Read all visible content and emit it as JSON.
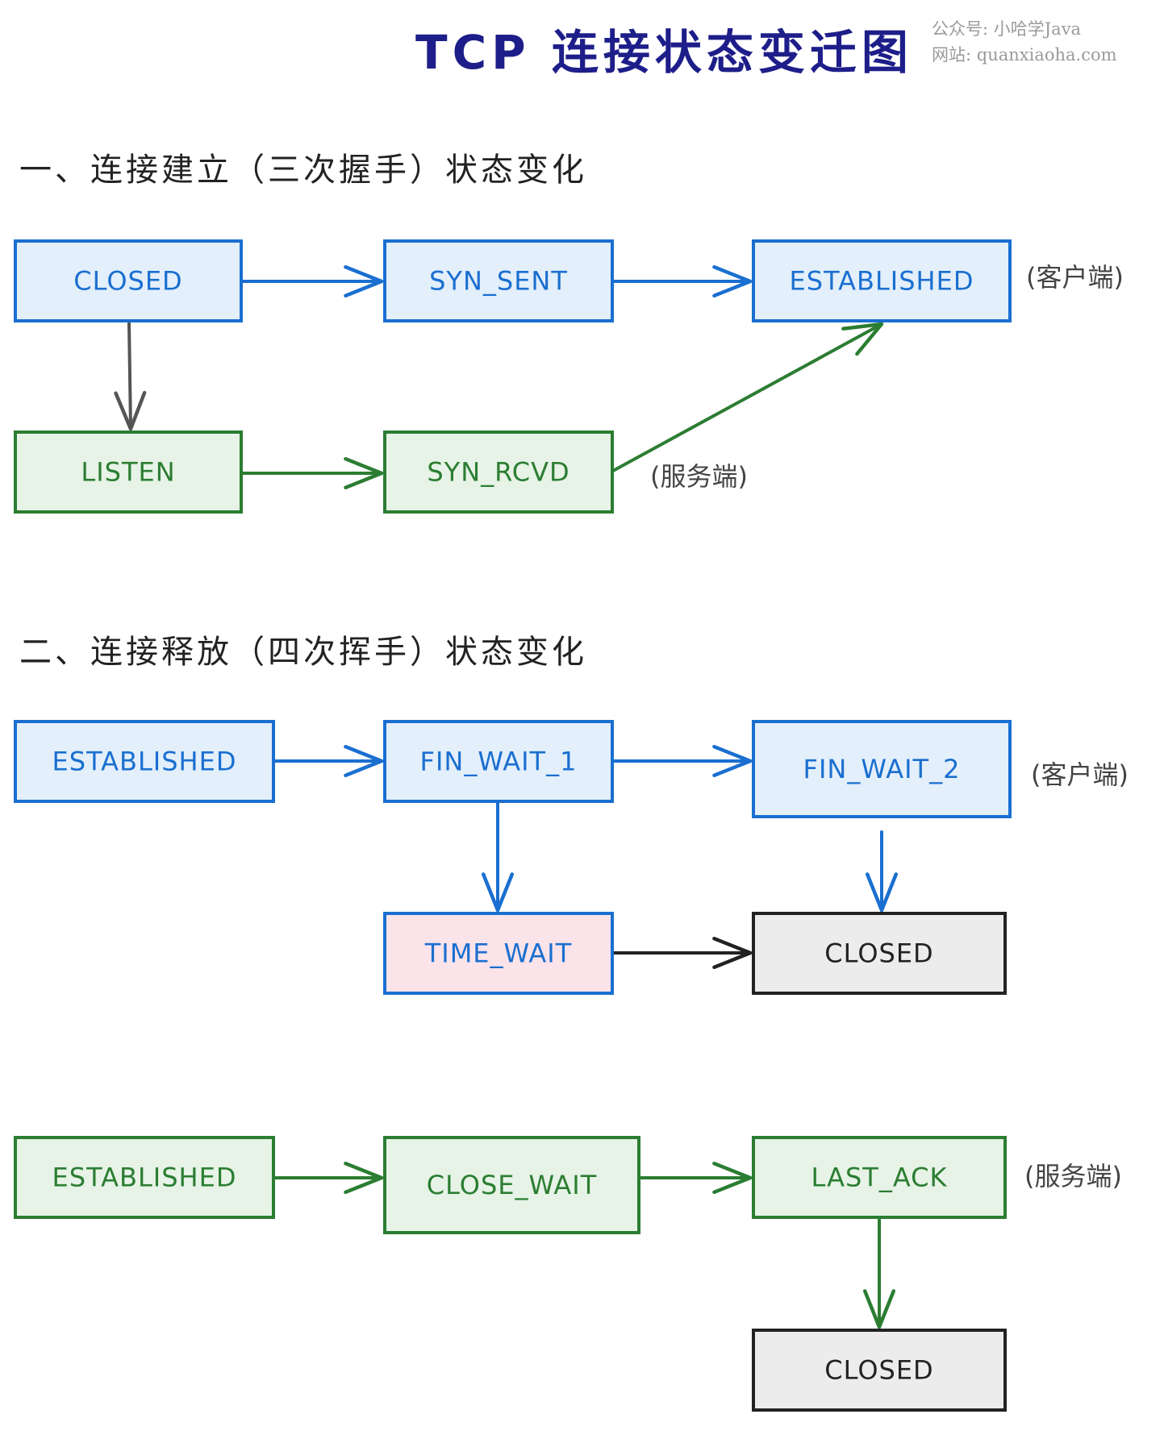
{
  "title": "TCP 连接状态变迁图",
  "watermark": {
    "line1": "公众号: 小哈学Java",
    "line2": "网站: quanxiaoha.com"
  },
  "colors": {
    "client_stroke": "#1a6fd0",
    "client_fill": "#e3effb",
    "server_stroke": "#2b7d32",
    "server_fill": "#e6f3e6",
    "time_wait_fill": "#fbe3ea",
    "closed_stroke": "#222222",
    "closed_fill": "#ececec",
    "neutral_arrow": "#555555"
  },
  "sections": [
    {
      "id": "handshake",
      "heading": "一、连接建立（三次握手）状态变化"
    },
    {
      "id": "teardown",
      "heading": "二、连接释放（四次挥手）状态变化"
    }
  ],
  "nodes": [
    {
      "id": "hs_closed",
      "label": "CLOSED",
      "role": "client"
    },
    {
      "id": "hs_syn_sent",
      "label": "SYN_SENT",
      "role": "client"
    },
    {
      "id": "hs_established",
      "label": "ESTABLISHED",
      "role": "client"
    },
    {
      "id": "hs_listen",
      "label": "LISTEN",
      "role": "server"
    },
    {
      "id": "hs_syn_rcvd",
      "label": "SYN_RCVD",
      "role": "server"
    },
    {
      "id": "c_established",
      "label": "ESTABLISHED",
      "role": "client"
    },
    {
      "id": "c_fin_wait_1",
      "label": "FIN_WAIT_1",
      "role": "client"
    },
    {
      "id": "c_fin_wait_2",
      "label": "FIN_WAIT_2",
      "role": "client"
    },
    {
      "id": "c_time_wait",
      "label": "TIME_WAIT",
      "role": "time_wait"
    },
    {
      "id": "c_closed",
      "label": "CLOSED",
      "role": "closed"
    },
    {
      "id": "s_established",
      "label": "ESTABLISHED",
      "role": "server"
    },
    {
      "id": "s_close_wait",
      "label": "CLOSE_WAIT",
      "role": "server"
    },
    {
      "id": "s_last_ack",
      "label": "LAST_ACK",
      "role": "server"
    },
    {
      "id": "s_closed",
      "label": "CLOSED",
      "role": "closed"
    }
  ],
  "edges": [
    {
      "from": "hs_closed",
      "to": "hs_syn_sent",
      "color": "client"
    },
    {
      "from": "hs_syn_sent",
      "to": "hs_established",
      "color": "client"
    },
    {
      "from": "hs_closed",
      "to": "hs_listen",
      "color": "neutral"
    },
    {
      "from": "hs_listen",
      "to": "hs_syn_rcvd",
      "color": "server"
    },
    {
      "from": "hs_syn_rcvd",
      "to": "hs_established",
      "color": "server"
    },
    {
      "from": "c_established",
      "to": "c_fin_wait_1",
      "color": "client"
    },
    {
      "from": "c_fin_wait_1",
      "to": "c_fin_wait_2",
      "color": "client"
    },
    {
      "from": "c_fin_wait_1",
      "to": "c_time_wait",
      "color": "client"
    },
    {
      "from": "c_fin_wait_2",
      "to": "c_closed",
      "color": "client"
    },
    {
      "from": "c_time_wait",
      "to": "c_closed",
      "color": "closed"
    },
    {
      "from": "s_established",
      "to": "s_close_wait",
      "color": "server"
    },
    {
      "from": "s_close_wait",
      "to": "s_last_ack",
      "color": "server"
    },
    {
      "from": "s_last_ack",
      "to": "s_closed",
      "color": "server"
    }
  ],
  "side_labels": [
    {
      "id": "hs_client",
      "text": "(客户端)"
    },
    {
      "id": "hs_server",
      "text": "(服务端)"
    },
    {
      "id": "td_client",
      "text": "(客户端)"
    },
    {
      "id": "td_server",
      "text": "(服务端)"
    }
  ]
}
